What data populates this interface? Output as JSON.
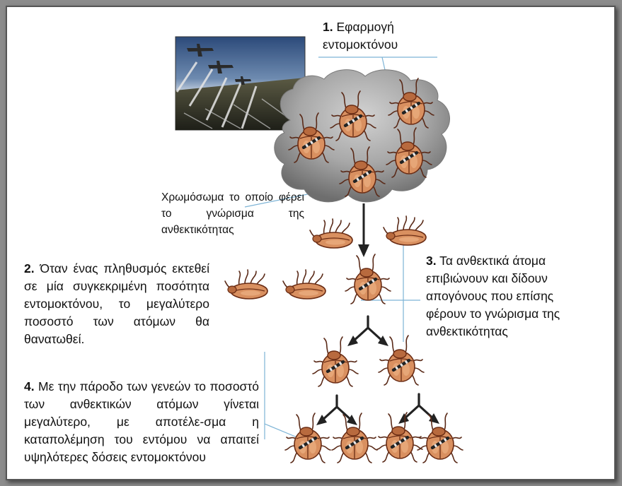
{
  "steps": {
    "step1": {
      "num": "1.",
      "text": " Εφαρμογή εντομοκτόνου"
    },
    "step2": {
      "num": "2.",
      "text": " Όταν ένας πληθυσμός εκτεθεί σε μία συγκεκριμένη ποσότητα εντομοκτόνου, το μεγαλύτερο ποσοστό των ατόμων θα θανατωθεί."
    },
    "step3": {
      "num": "3.",
      "text": " Τα ανθεκτικά άτομα επιβιώνουν και δίδουν απογόνους που επίσης φέρουν το γνώρισμα της ανθεκτικότητας"
    },
    "step4": {
      "num": "4.",
      "text": " Με την πάροδο των γενεών το ποσοστό των ανθεκτικών ατόμων γίνεται μεγαλύτερο, με αποτέλε-σμα η καταπολέμηση του εντόμου να απαιτεί υψηλότερες δόσεις εντομοκτόνου"
    }
  },
  "chromosome_label": "Χρωμόσωμα το οποίο φέρει το γνώρισμα της ανθεκτικότητας",
  "colors": {
    "beetle_body": "#d99060",
    "beetle_outline": "#6a2c14",
    "cloud": "#9a9a9a",
    "leader_line": "#7db4d6",
    "frame_border": "#555555"
  },
  "icons": [
    "crop-duster-photo",
    "pesticide-cloud",
    "beetle-icon",
    "arrow-down-icon",
    "fork-arrow-icon"
  ]
}
